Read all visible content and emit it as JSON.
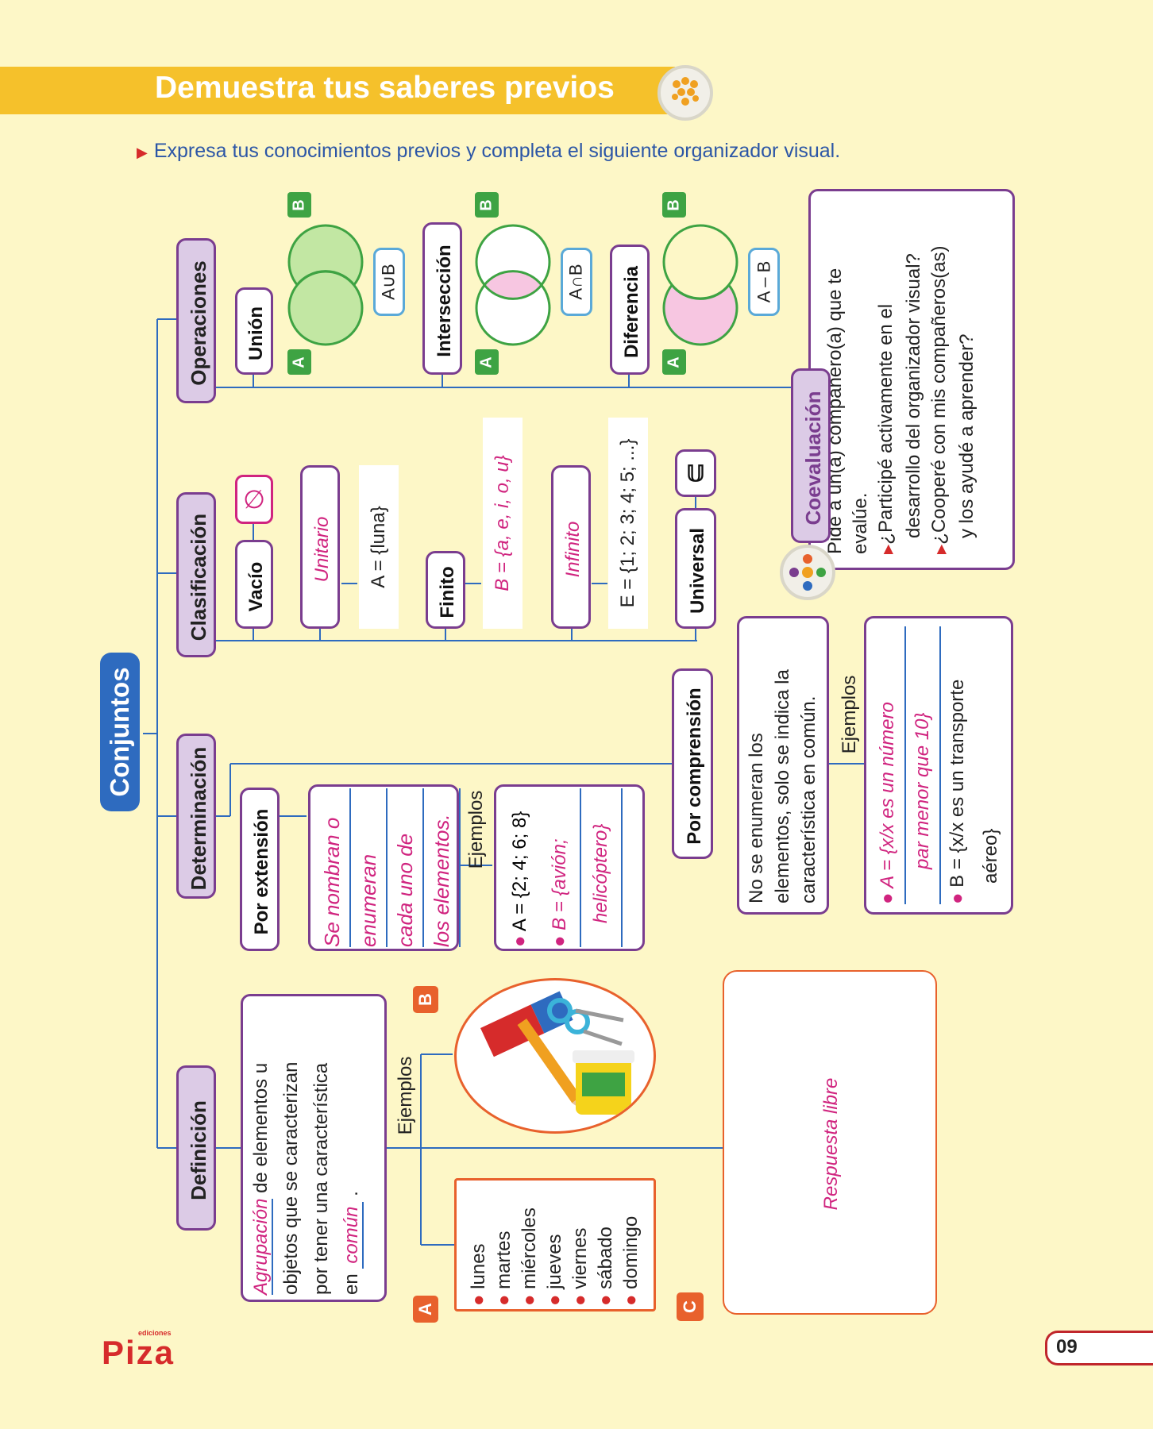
{
  "header": {
    "title": "Demuestra tus saberes previos",
    "badge_icon": "network-icon"
  },
  "instruction": "Expresa tus conocimientos previos y completa el siguiente organizador visual.",
  "root": "Conjuntos",
  "branches": {
    "operaciones": "Operaciones",
    "clasificacion": "Clasificación",
    "determinacion": "Determinación",
    "definicion": "Definición"
  },
  "operaciones": {
    "union": {
      "label": "Unión",
      "notation": "A∪B"
    },
    "interseccion": {
      "label": "Intersección",
      "notation": "A∩B"
    },
    "diferencia": {
      "label": "Diferencia",
      "notation": "A – B"
    },
    "set_a": "A",
    "set_b": "B"
  },
  "clasificacion": {
    "vacio": {
      "label": "Vacío",
      "symbol": "∅"
    },
    "unitario": {
      "label": "Unitario",
      "example": "A = {luna}"
    },
    "finito": {
      "label": "Finito",
      "example": "B = {a, e, i, o, u}"
    },
    "infinito": {
      "label": "Infinito",
      "example": "E = {1; 2; 3; 4; 5; ...}"
    },
    "universal": {
      "label": "Universal",
      "symbol": "𝕌"
    }
  },
  "determinacion": {
    "extension": {
      "label": "Por extensión",
      "description": [
        "Se nombran o",
        "enumeran",
        "cada uno de",
        "los elementos."
      ],
      "ejemplos_label": "Ejemplos",
      "examples": [
        "A = {2; 4; 6; 8}",
        "B = {avión;",
        "helicóptero}"
      ]
    },
    "comprension": {
      "label": "Por comprensión",
      "description": [
        "No se enumeran los",
        "elementos, solo se indica la",
        "característica en común."
      ],
      "ejemplos_label": "Ejemplos",
      "examples": [
        "A = {x/x es un número",
        "par menor que 10}",
        "B = {x/x es un transporte",
        "aéreo}"
      ]
    }
  },
  "definicion": {
    "text_lines": [
      "Agrupación de elementos u",
      "objetos que se caracterizan",
      "por tener una característica",
      "en común ."
    ],
    "highlight_1": "Agrupación",
    "highlight_2": "común",
    "ejemplos_label": "Ejemplos",
    "example_a": [
      "lunes",
      "martes",
      "miércoles",
      "jueves",
      "viernes",
      "sábado",
      "domingo"
    ],
    "tag_a": "A",
    "tag_b": "B",
    "tag_c": "C",
    "example_c": "Respuesta libre"
  },
  "coevaluacion": {
    "title": "Coevaluación",
    "intro": [
      "Pide a un(a) compañero(a) que te",
      "evalúe."
    ],
    "items": [
      "¿Participé activamente en el",
      "desarrollo del organizador visual?",
      "¿Cooperé con mis compañeros(as)",
      "y los ayudé a aprender?"
    ]
  },
  "footer": {
    "logo": "Piza",
    "logo_small": "ediciones",
    "page": "09"
  },
  "colors": {
    "purple": "#7a3d8f",
    "lilac": "#dccbe6",
    "blue": "#2e6bbf",
    "magenta": "#d0247f",
    "green": "#3ea343",
    "orange": "#e8612c",
    "yellow": "#f5c12b"
  }
}
